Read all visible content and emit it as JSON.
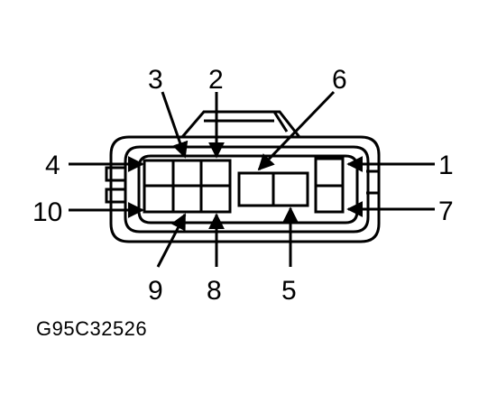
{
  "diagram": {
    "pin_labels": {
      "p1": "1",
      "p2": "2",
      "p3": "3",
      "p4": "4",
      "p5": "5",
      "p6": "6",
      "p7": "7",
      "p8": "8",
      "p9": "9",
      "p10": "10"
    },
    "figure_code": "G95C32526",
    "line_color": "#000000",
    "background_color": "#ffffff"
  }
}
